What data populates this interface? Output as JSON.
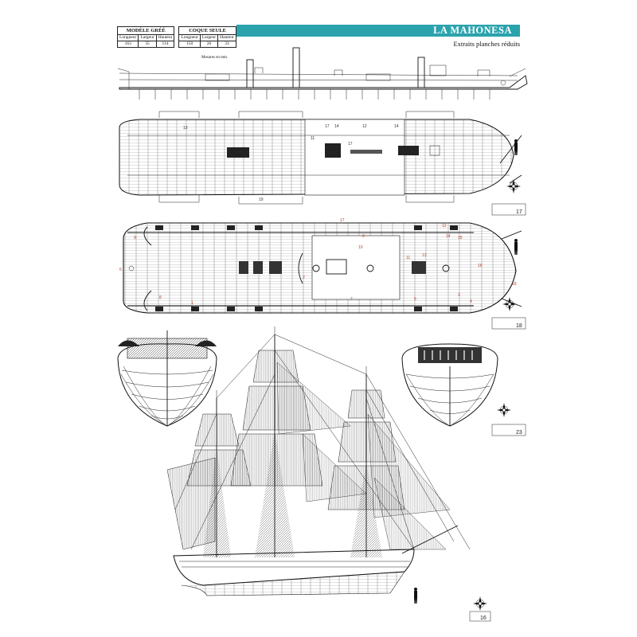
{
  "header": {
    "title": "LA MAHONESA",
    "subtitle": "Extraits planches réduits",
    "scale_note": "Mesures en mm."
  },
  "dimensions_table": {
    "model": {
      "heading": "MODÈLE GRÉÉ",
      "columns": [
        "Longueur",
        "Largeur",
        "Hauteur"
      ],
      "values": [
        "163",
        "35",
        "114"
      ]
    },
    "hull": {
      "heading": "COQUE SEULE",
      "columns": [
        "Longueur",
        "Largeur",
        "Hauteur"
      ],
      "values": [
        "150",
        "26",
        "33"
      ]
    }
  },
  "plates": [
    "17",
    "18",
    "23",
    "16"
  ],
  "deck_labels_red": [
    "1",
    "2",
    "3",
    "4",
    "5",
    "6",
    "7",
    "8",
    "9",
    "10",
    "11",
    "12",
    "13",
    "14",
    "15",
    "16",
    "17",
    "18"
  ],
  "deck_labels_plain": [
    "11",
    "12",
    "13",
    "14",
    "17",
    "19"
  ],
  "icons": [
    "compass-rose-icon",
    "human-figure-icon"
  ]
}
